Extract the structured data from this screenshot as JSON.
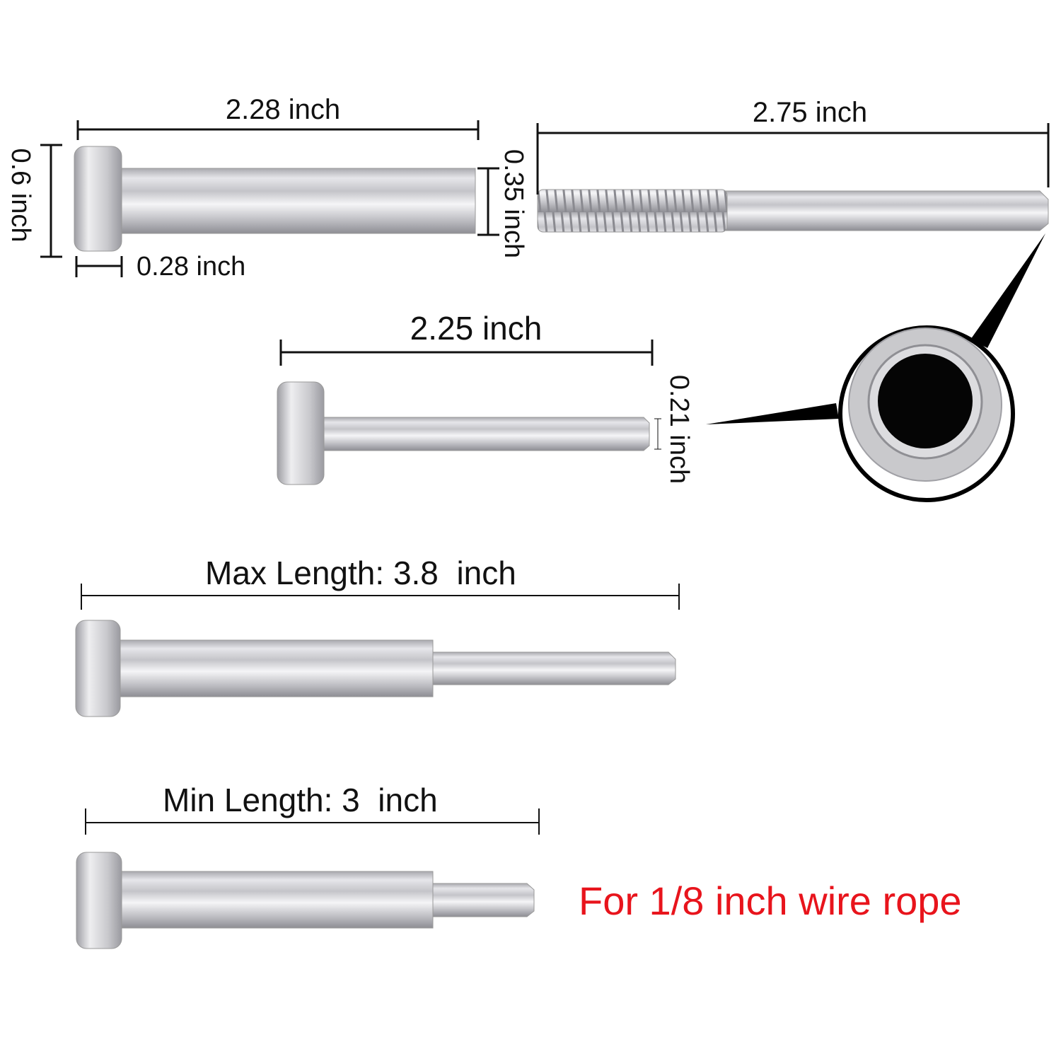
{
  "parts": {
    "stud_large": {
      "length": "2.28 inch",
      "head_diameter": "0.6 inch",
      "shaft_diameter": "0.35 inch",
      "head_thickness": "0.28 inch"
    },
    "threaded_rod": {
      "length": "2.75 inch"
    },
    "stud_small": {
      "length": "2.25 inch",
      "tip_diameter": "0.21 inch"
    },
    "assembly_max": {
      "label": "Max Length: 3.8  inch"
    },
    "assembly_min": {
      "label": "Min Length: 3  inch"
    }
  },
  "note": {
    "text": "For 1/8 inch wire rope",
    "color": "#e8141c"
  }
}
